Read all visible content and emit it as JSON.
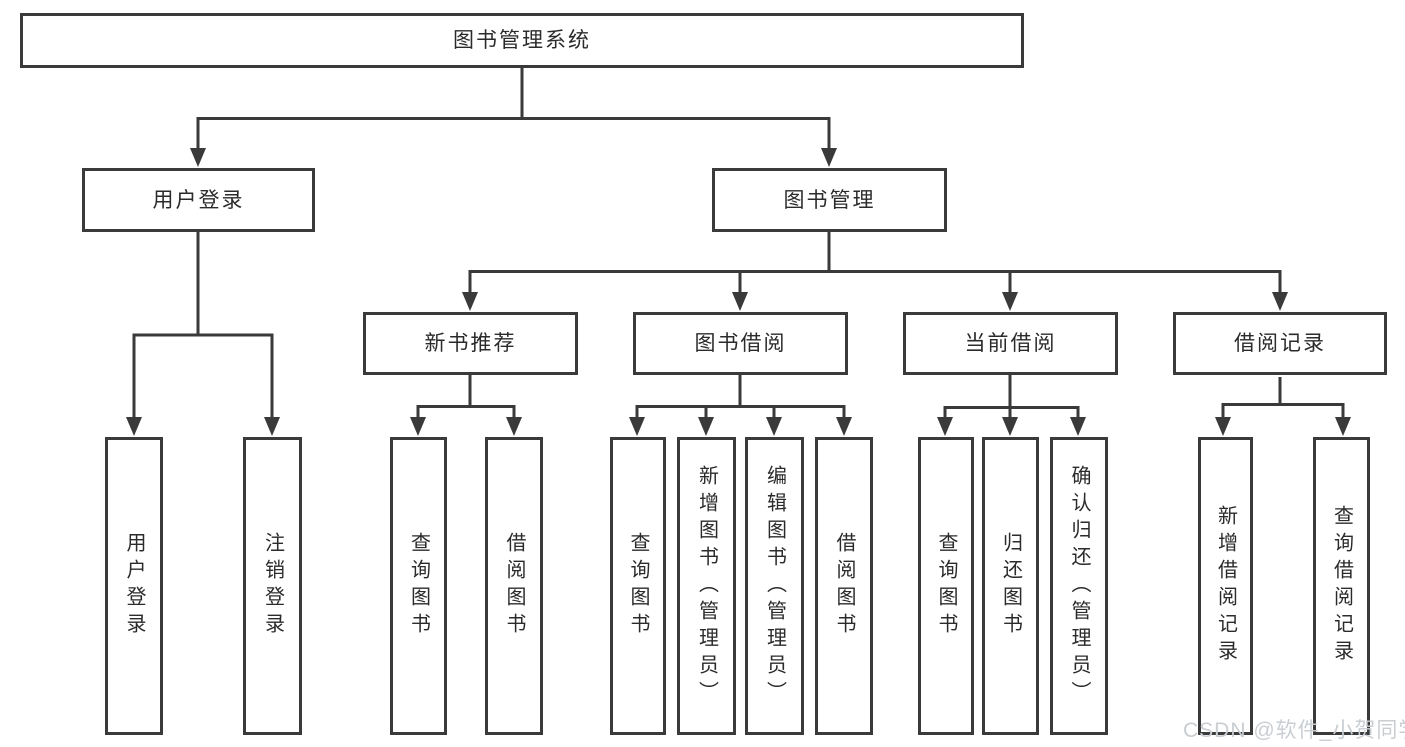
{
  "watermark": "CSDN @软件_小贺同学",
  "colors": {
    "line": "#3a3a3a",
    "text": "#2b2b2b",
    "box_bg": "#ffffff",
    "page_bg": "#ffffff",
    "watermark": "#c9ced3"
  },
  "tree": {
    "root": "图书管理系统",
    "branches": [
      {
        "label": "用户登录",
        "children": [
          "用户登录",
          "注销登录"
        ]
      },
      {
        "label": "图书管理",
        "groups": [
          {
            "label": "新书推荐",
            "children": [
              "查询图书",
              "借阅图书"
            ]
          },
          {
            "label": "图书借阅",
            "children": [
              "查询图书",
              "新增图书（管理员）",
              "编辑图书（管理员）",
              "借阅图书"
            ]
          },
          {
            "label": "当前借阅",
            "children": [
              "查询图书",
              "归还图书",
              "确认归还（管理员）"
            ]
          },
          {
            "label": "借阅记录",
            "children": [
              "新增借阅记录",
              "查询借阅记录"
            ]
          }
        ]
      }
    ]
  }
}
